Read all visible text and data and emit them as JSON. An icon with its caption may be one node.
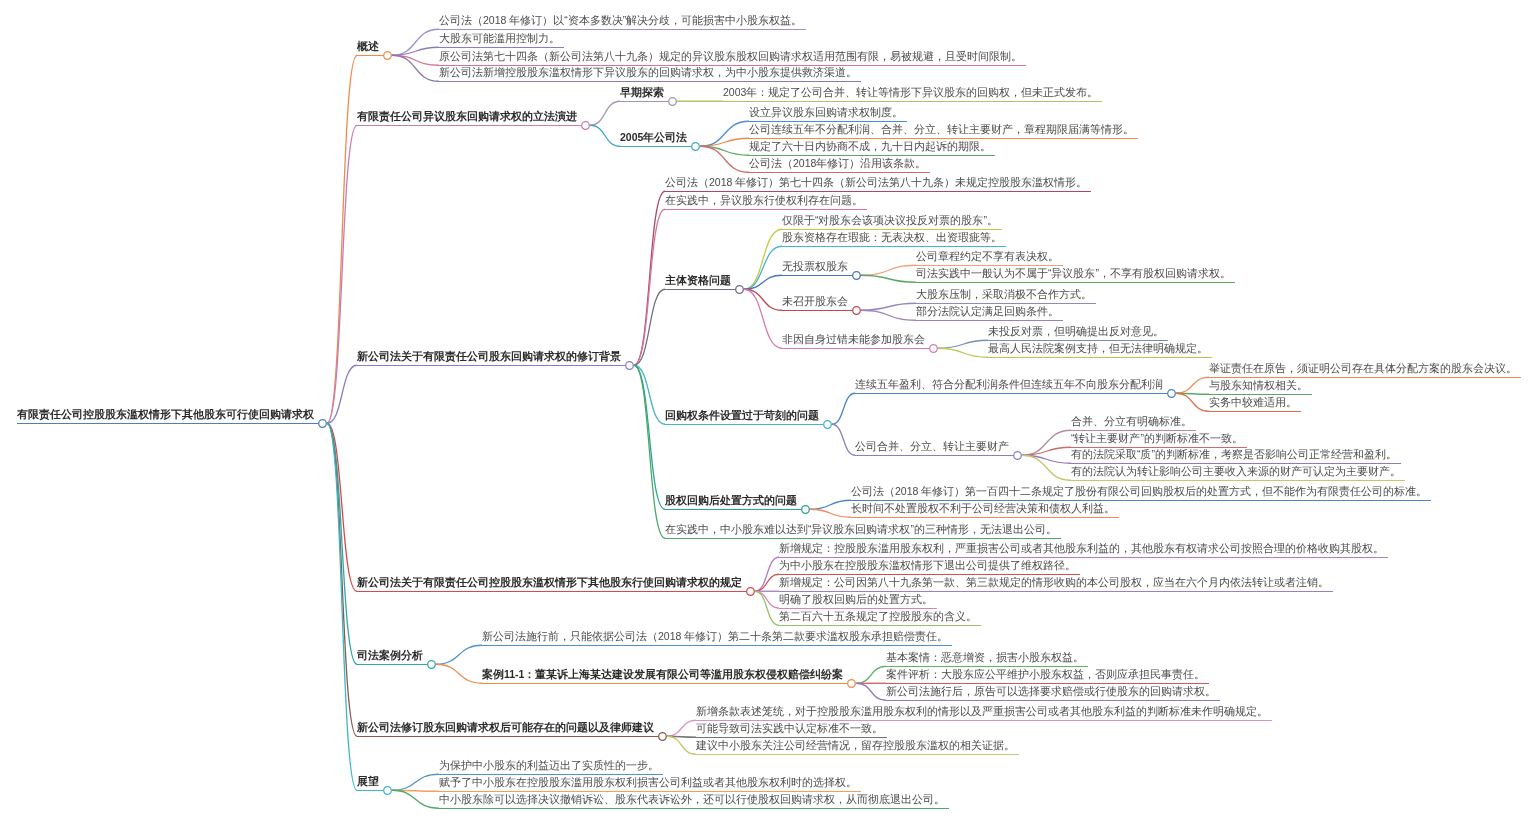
{
  "diagram": {
    "nodes": [
      {
        "text": [
          "有限责任公司控股股东滥权情形下其他股东可行使回购请求权"
        ]
      },
      {
        "text": [
          "概述"
        ]
      },
      {
        "text": [
          "公司法（2018 年修订）以“资本多数决”解决分歧，可能损害中小股东权益。"
        ]
      },
      {
        "text": [
          "大股东可能滥用控制力。"
        ]
      },
      {
        "text": [
          "原公司法第七十四条（新公司法第八十九条）规定的异议股东股权回购请求权适用范围有限，易被规避，且受时间限制。"
        ]
      },
      {
        "text": [
          "新公司法新增控股股东滥权情形下异议股东的回购请求权，为中小股东提供救济渠道。"
        ]
      },
      {
        "text": [
          "有限责任公司异议股东回购请求权的立法演进"
        ]
      },
      {
        "text": [
          "早期探索"
        ]
      },
      {
        "text": [
          "2003年：规定了公司合并、转让等情形下异议股东的回购权，但未正式发布。"
        ]
      },
      {
        "text": [
          "2005年公司法"
        ]
      },
      {
        "text": [
          "设立异议股东回购请求权制度。"
        ]
      },
      {
        "text": [
          "公司连续五年不分配利润、合并、分立、转让主要财产，章程期限届满等情形。"
        ]
      },
      {
        "text": [
          "规定了六十日内协商不成，九十日内起诉的期限。"
        ]
      },
      {
        "text": [
          "公司法（2018年修订）沿用该条款。"
        ]
      },
      {
        "text": [
          "新公司法关于有限责任公司股东回购请求权的修订背景"
        ]
      },
      {
        "text": [
          "公司法（2018 年修订）第七十四条（新公司法第八十九条）未规定控股股东滥权情形。"
        ]
      },
      {
        "text": [
          "在实践中，异议股东行使权利存在问题。"
        ]
      },
      {
        "text": [
          "主体资格问题"
        ]
      },
      {
        "text": [
          "仅限于“对股东会该项决议投反对票的股东”。"
        ]
      },
      {
        "text": [
          "股东资格存在瑕疵：无表决权、出资瑕疵等。"
        ]
      },
      {
        "text": [
          "无投票权股东"
        ]
      },
      {
        "text": [
          "公司章程约定不享有表决权。"
        ]
      },
      {
        "text": [
          "司法实践中一般认为不属于“异议股东”，不享有股权回购请求权。"
        ]
      },
      {
        "text": [
          "未召开股东会"
        ]
      },
      {
        "text": [
          "大股东压制，采取消极不合作方式。"
        ]
      },
      {
        "text": [
          "部分法院认定满足回购条件。"
        ]
      },
      {
        "text": [
          "非因自身过错未能参加股东会"
        ]
      },
      {
        "text": [
          "未投反对票，但明确提出反对意见。"
        ]
      },
      {
        "text": [
          "最高人民法院案例支持，但无法律明确规定。"
        ]
      },
      {
        "text": [
          "回购权条件设置过于苛刻的问题"
        ]
      },
      {
        "text": [
          "连续五年盈利、符合分配利润条件但连续五年不向股东分配利润"
        ]
      },
      {
        "text": [
          "举证责任在原告，须证明公司存在具体分配方案的股东会决议。"
        ]
      },
      {
        "text": [
          "与股东知情权相关。"
        ]
      },
      {
        "text": [
          "实务中较难适用。"
        ]
      },
      {
        "text": [
          "公司合并、分立、转让主要财产"
        ]
      },
      {
        "text": [
          "合并、分立有明确标准。"
        ]
      },
      {
        "text": [
          "“转让主要财产”的判断标准不一致。"
        ]
      },
      {
        "text": [
          "有的法院采取“质”的判断标准，考察是否影响公司正常经营和盈利。"
        ]
      },
      {
        "text": [
          "有的法院认为转让影响公司主要收入来源的财产可认定为主要财产。"
        ]
      },
      {
        "text": [
          "股权回购后处置方式的问题"
        ]
      },
      {
        "text": [
          "公司法（2018 年修订）第一百四十二条规定了股份有限公司回购股权后的处置方式，但不能作为有限责任公司的标准。"
        ]
      },
      {
        "text": [
          "长时间不处置股权不利于公司经营决策和债权人利益。"
        ]
      },
      {
        "text": [
          "在实践中，中小股东难以达到“异议股东回购请求权”的三种情形，无法退出公司。"
        ]
      },
      {
        "text": [
          "新公司法关于有限责任公司控股股东滥权情形下其他股东行使回购请求权的规定"
        ]
      },
      {
        "text": [
          "新增规定：控股股东滥用股东权利，严重损害公司或者其他股东利益的，其他股东有权请求公司按照合理的价格收购其股权。"
        ]
      },
      {
        "text": [
          "为中小股东在控股股东滥权情形下退出公司提供了维权路径。"
        ]
      },
      {
        "text": [
          "新增规定：公司因第八十九条第一款、第三款规定的情形收购的本公司股权，应当在六个月内依法转让或者注销。"
        ]
      },
      {
        "text": [
          "明确了股权回购后的处置方式。"
        ]
      },
      {
        "text": [
          "第二百六十五条规定了控股股东的含义。"
        ]
      },
      {
        "text": [
          "司法案例分析"
        ]
      },
      {
        "text": [
          "新公司法施行前，只能依据公司法（2018 年修订）第二十条第二款要求滥权股东承担赔偿责任。"
        ]
      },
      {
        "text": [
          "案例11-1：董某诉上海某达建设发展有限公司等滥用股东权侵权赔偿纠纷案"
        ]
      },
      {
        "text": [
          "基本案情：恶意增资，损害小股东权益。"
        ]
      },
      {
        "text": [
          "案件评析：大股东应公平维护小股东权益，否则应承担民事责任。"
        ]
      },
      {
        "text": [
          "新公司法施行后，原告可以选择要求赔偿或行使股东的回购请求权。"
        ]
      },
      {
        "text": [
          "新公司法修订股东回购请求权后可能存在的问题以及律师建议"
        ]
      },
      {
        "text": [
          "新增条款表述笼统，对于控股股东滥用股东权利的情形以及严重损害公司或者其他股东利益的判断标准未作明确规定。"
        ]
      },
      {
        "text": [
          "可能导致司法实践中认定标准不一致。"
        ]
      },
      {
        "text": [
          "建议中小股东关注公司经营情况，留存控股股东滥权的相关证据。"
        ]
      },
      {
        "text": [
          "展望"
        ]
      },
      {
        "text": [
          "为保护中小股东的利益迈出了实质性的一步。"
        ]
      },
      {
        "text": [
          "赋予了中小股东在控股股东滥用股东权利损害公司利益或者其他股东权利时的选择权。"
        ]
      },
      {
        "text": [
          "中小股东除可以选择决议撤销诉讼、股东代表诉讼外，还可以行使股权回购请求权，从而彻底退出公司。"
        ]
      }
    ],
    "edges": [
      {
        "from": 0,
        "to": 1,
        "arrow": "none",
        "color": "#f08a4b"
      },
      {
        "from": 1,
        "to": 2,
        "arrow": "none",
        "color": "#9d8fd0"
      },
      {
        "from": 1,
        "to": 3,
        "arrow": "none",
        "color": "#8e7cc3"
      },
      {
        "from": 1,
        "to": 4,
        "arrow": "none",
        "color": "#d9748e"
      },
      {
        "from": 1,
        "to": 5,
        "arrow": "none",
        "color": "#8a7ca8"
      },
      {
        "from": 0,
        "to": 6,
        "arrow": "none",
        "color": "#c77db5"
      },
      {
        "from": 6,
        "to": 7,
        "arrow": "none",
        "color": "#a394b0"
      },
      {
        "from": 7,
        "to": 8,
        "arrow": "none",
        "color": "#b5c46a"
      },
      {
        "from": 6,
        "to": 9,
        "arrow": "none",
        "color": "#3ea8bf"
      },
      {
        "from": 9,
        "to": 10,
        "arrow": "none",
        "color": "#4a8fd0"
      },
      {
        "from": 9,
        "to": 11,
        "arrow": "none",
        "color": "#f08a4b"
      },
      {
        "from": 9,
        "to": 12,
        "arrow": "none",
        "color": "#5aa865"
      },
      {
        "from": 9,
        "to": 13,
        "arrow": "none",
        "color": "#d06a6a"
      },
      {
        "from": 0,
        "to": 14,
        "arrow": "none",
        "color": "#8a7cc8"
      },
      {
        "from": 14,
        "to": 15,
        "arrow": "none",
        "color": "#a84a64"
      },
      {
        "from": 14,
        "to": 16,
        "arrow": "none",
        "color": "#d874a4"
      },
      {
        "from": 14,
        "to": 17,
        "arrow": "none",
        "color": "#6e6e7e"
      },
      {
        "from": 17,
        "to": 18,
        "arrow": "none",
        "color": "#c8c84a"
      },
      {
        "from": 17,
        "to": 19,
        "arrow": "none",
        "color": "#42b4d4"
      },
      {
        "from": 17,
        "to": 20,
        "arrow": "none",
        "color": "#4a74b4"
      },
      {
        "from": 20,
        "to": 21,
        "arrow": "none",
        "color": "#f2a07a"
      },
      {
        "from": 20,
        "to": 22,
        "arrow": "none",
        "color": "#5aa860"
      },
      {
        "from": 17,
        "to": 23,
        "arrow": "none",
        "color": "#c04848"
      },
      {
        "from": 23,
        "to": 24,
        "arrow": "none",
        "color": "#9488c4"
      },
      {
        "from": 23,
        "to": 25,
        "arrow": "none",
        "color": "#a080b8"
      },
      {
        "from": 17,
        "to": 26,
        "arrow": "none",
        "color": "#d878b0"
      },
      {
        "from": 26,
        "to": 27,
        "arrow": "none",
        "color": "#7890b4"
      },
      {
        "from": 26,
        "to": 28,
        "arrow": "none",
        "color": "#b8c858"
      },
      {
        "from": 14,
        "to": 29,
        "arrow": "none",
        "color": "#46b4c4"
      },
      {
        "from": 29,
        "to": 30,
        "arrow": "none",
        "color": "#4a84c4"
      },
      {
        "from": 30,
        "to": 31,
        "arrow": "none",
        "color": "#f08a5a"
      },
      {
        "from": 30,
        "to": 32,
        "arrow": "none",
        "color": "#5aa868"
      },
      {
        "from": 30,
        "to": 33,
        "arrow": "none",
        "color": "#e0704a"
      },
      {
        "from": 29,
        "to": 34,
        "arrow": "none",
        "color": "#8c80bc"
      },
      {
        "from": 34,
        "to": 35,
        "arrow": "none",
        "color": "#b48ca0"
      },
      {
        "from": 34,
        "to": 36,
        "arrow": "none",
        "color": "#d06a6a"
      },
      {
        "from": 34,
        "to": 37,
        "arrow": "none",
        "color": "#9478b8"
      },
      {
        "from": 34,
        "to": 38,
        "arrow": "none",
        "color": "#c4c86a"
      },
      {
        "from": 14,
        "to": 39,
        "arrow": "none",
        "color": "#2aa394"
      },
      {
        "from": 39,
        "to": 40,
        "arrow": "none",
        "color": "#4a84c4"
      },
      {
        "from": 39,
        "to": 41,
        "arrow": "none",
        "color": "#f08a5a"
      },
      {
        "from": 14,
        "to": 42,
        "arrow": "none",
        "color": "#4aa868"
      },
      {
        "from": 0,
        "to": 43,
        "arrow": "none",
        "color": "#d84848"
      },
      {
        "from": 43,
        "to": 44,
        "arrow": "none",
        "color": "#b47cc4"
      },
      {
        "from": 43,
        "to": 45,
        "arrow": "none",
        "color": "#d05050"
      },
      {
        "from": 43,
        "to": 46,
        "arrow": "none",
        "color": "#9c80c0"
      },
      {
        "from": 43,
        "to": 47,
        "arrow": "none",
        "color": "#d884b4"
      },
      {
        "from": 43,
        "to": 48,
        "arrow": "none",
        "color": "#94c46a"
      },
      {
        "from": 0,
        "to": 49,
        "arrow": "none",
        "color": "#2ea8a8"
      },
      {
        "from": 49,
        "to": 50,
        "arrow": "none",
        "color": "#4a94c8"
      },
      {
        "from": 49,
        "to": 51,
        "arrow": "none",
        "color": "#f08a4b"
      },
      {
        "from": 51,
        "to": 52,
        "arrow": "none",
        "color": "#62b466"
      },
      {
        "from": 51,
        "to": 53,
        "arrow": "none",
        "color": "#d05a5a"
      },
      {
        "from": 51,
        "to": 54,
        "arrow": "none",
        "color": "#9478b8"
      },
      {
        "from": 0,
        "to": 55,
        "arrow": "none",
        "color": "#8c5a4c"
      },
      {
        "from": 55,
        "to": 56,
        "arrow": "none",
        "color": "#d890c8"
      },
      {
        "from": 55,
        "to": 57,
        "arrow": "none",
        "color": "#747474"
      },
      {
        "from": 55,
        "to": 58,
        "arrow": "none",
        "color": "#c4c86a"
      },
      {
        "from": 0,
        "to": 59,
        "arrow": "none",
        "color": "#3ab8c8"
      },
      {
        "from": 59,
        "to": 60,
        "arrow": "none",
        "color": "#5094c4"
      },
      {
        "from": 59,
        "to": 61,
        "arrow": "none",
        "color": "#f0a060"
      },
      {
        "from": 59,
        "to": 62,
        "arrow": "none",
        "color": "#52a868"
      }
    ]
  }
}
